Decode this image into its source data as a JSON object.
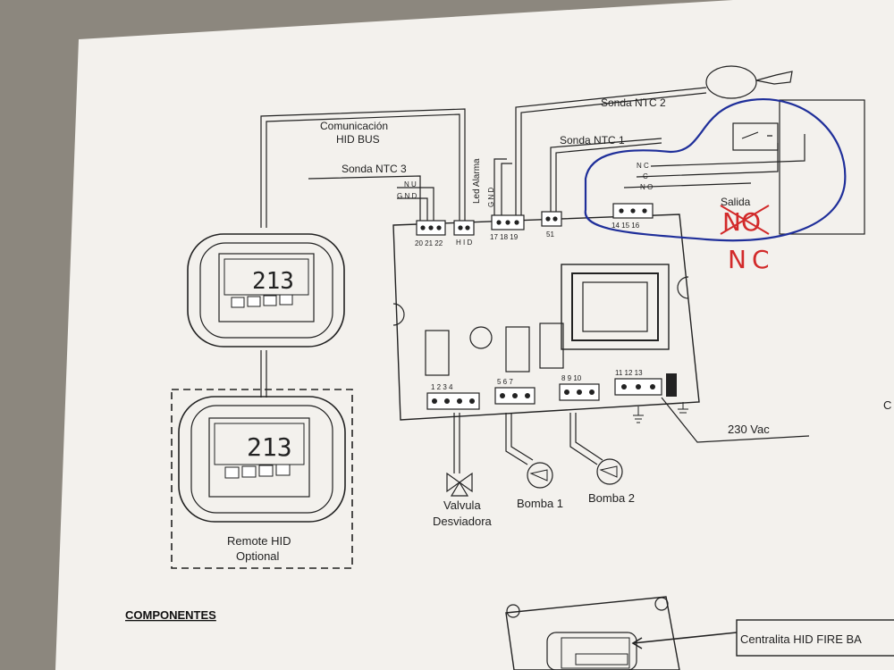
{
  "labels": {
    "comunicacion": "Comunicación",
    "hid_bus": "HID BUS",
    "sonda_ntc_2": "Sonda NTC 2",
    "sonda_ntc_1": "Sonda NTC 1",
    "sonda_ntc_3": "Sonda NTC 3",
    "led_alarma": "Led Alarma",
    "salida": "Salida",
    "vac": "230 Vac",
    "valvula": "Valvula",
    "desviadora": "Desviadora",
    "bomba1": "Bomba 1",
    "bomba2": "Bomba 2",
    "remote_hid": "Remote HID",
    "optional": "Optional",
    "componentes": "COMPONENTES",
    "centralita": "Centralita HID FIRE BA",
    "right_edge_c": "C"
  },
  "display": {
    "reading_top": "213",
    "reading_bottom": "213"
  },
  "relay": {
    "nc": "N C",
    "c": "C",
    "no": "N O"
  },
  "sensor_labels": {
    "nu": "N U",
    "gnd": "G N D",
    "gnd_vertical": "G N D"
  },
  "terminal_numbers": {
    "t20_22": "20 21 22",
    "hid": "H I D",
    "t17_19": "17 18 19",
    "t51": "51",
    "t14_16": "14 15 16",
    "t1_4": "1  2  3  4",
    "t5_7": "5  6  7",
    "t8_10": "8  9  10",
    "t11_13": "11 12 13"
  },
  "annotations": {
    "crossed": "NO",
    "handwritten": "NC"
  },
  "colors": {
    "ink": "#222222",
    "paper": "#f4f2ee",
    "pen_blue": "#1f2f9a",
    "pen_red": "#d22a2a"
  }
}
